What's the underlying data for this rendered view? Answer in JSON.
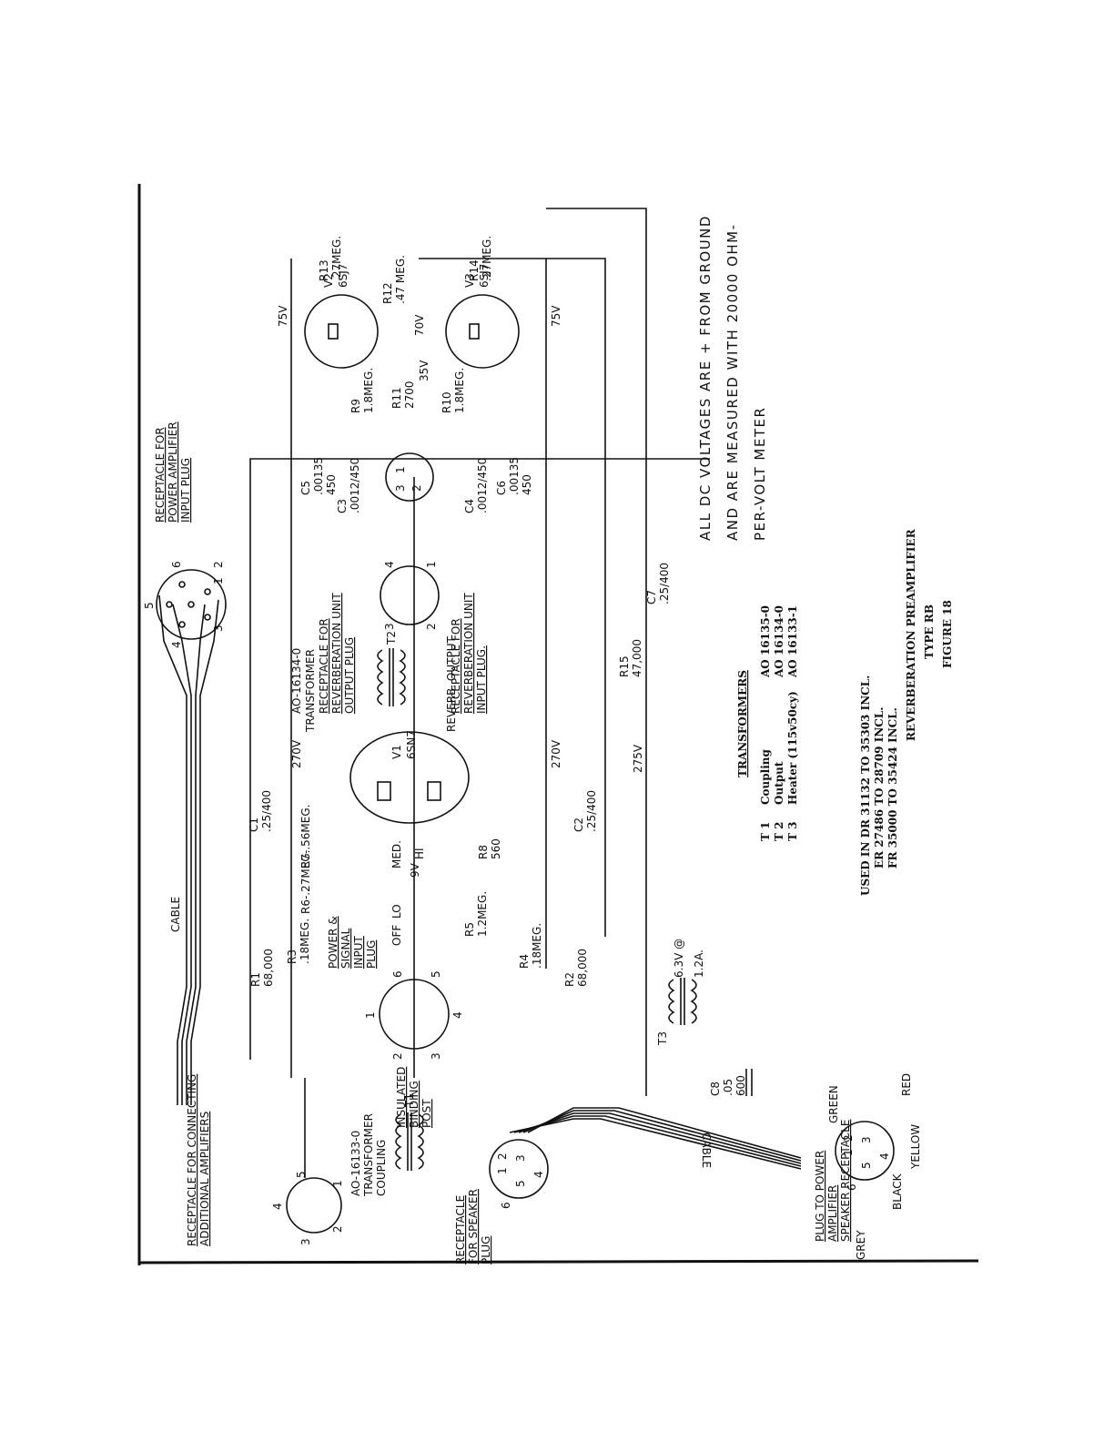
{
  "notes": {
    "line1": "ALL DC VOLTAGES ARE + FROM GROUND",
    "line2": "AND ARE MEASURED WITH 20000 OHM-",
    "line3": "PER-VOLT METER"
  },
  "title": {
    "main": "REVERBERATION PREAMPLIFIER",
    "type": "TYPE RB",
    "figure": "FIGURE 18"
  },
  "transformers": {
    "heading": "TRANSFORMERS",
    "rows": [
      {
        "tag": "T 1",
        "name": "Coupling",
        "part": "AO 16135-0"
      },
      {
        "tag": "T 2",
        "name": "Output",
        "part": "AO 16134-0"
      },
      {
        "tag": "T 3",
        "name": "Heater (115v50cy)",
        "part": "AO 16133-1"
      }
    ]
  },
  "usage": {
    "line1": "USED IN DR 31132 TO 35303 INCL.",
    "line2": "ER 27486 TO 28709 INCL.",
    "line3": "FR 35000 TO 35424 INCL."
  },
  "receptacles": {
    "power_amp_input": [
      "RECEPTACLE FOR",
      "POWER AMPLIFIER",
      "INPUT PLUG"
    ],
    "reverb_output": [
      "RECEPTACLE FOR",
      "REVERBERATION UNIT",
      "OUTPUT PLUG"
    ],
    "reverb_input": [
      "RECEPTACLE FOR",
      "REVERBERATION UNIT",
      "INPUT PLUG."
    ],
    "additional_amps": [
      "RECEPTACLE FOR CONNECTING",
      "ADDITIONAL AMPLIFIERS"
    ],
    "speaker_plug": [
      "RECEPTACLE",
      "FOR SPEAKER",
      "PLUG"
    ],
    "plug_power_amp": [
      "PLUG TO POWER",
      "AMPLIFIER",
      "SPEAKER RECEPTACLE"
    ],
    "power_signal": [
      "POWER &",
      "SIGNAL",
      "INPUT",
      "PLUG"
    ],
    "binding_post": [
      "INSULATED",
      "BINDING",
      "POST"
    ]
  },
  "labels": {
    "cable_top": "CABLE",
    "cable_bottom": "CABLE",
    "reverb_output_transformer": "REVERB. OUTPUT",
    "transformer_word": "TRANSFORMER",
    "t2_part": "AO-16134-0",
    "t2": "T2",
    "t1_part": "AO-16133-0",
    "coupling": "COUPLING",
    "t1": "T1",
    "t3": "T3",
    "heater_out": "6.3V @",
    "heater_amp": "1.2A.",
    "off": "OFF",
    "lo": "LO",
    "med": "MED.",
    "hi": "HI",
    "wire_green": "GREEN",
    "wire_red": "RED",
    "wire_grey": "GREY",
    "wire_black": "BLACK",
    "wire_yellow": "YELLOW"
  },
  "tubes": {
    "v1": {
      "name": "V1",
      "type": "6SN7"
    },
    "v2": {
      "name": "V2",
      "type": "6SJ7"
    },
    "v3": {
      "name": "V3",
      "type": "6SJ7"
    }
  },
  "voltages": {
    "v75a": "75V",
    "v75b": "75V",
    "v70": "70V",
    "v35": "35V",
    "v270a": "270V",
    "v270b": "270V",
    "v275": "275V",
    "v9": "9V"
  },
  "components": {
    "r1": [
      "R1",
      "68,000"
    ],
    "r2": [
      "R2",
      "68,000"
    ],
    "r3": [
      "R3",
      ".18MEG."
    ],
    "r4": [
      "R4",
      ".18MEG."
    ],
    "r5": [
      "R5",
      "1.2MEG."
    ],
    "r6": "R6-.27MEG.",
    "r7": "R7-.56MEG.",
    "r8": [
      "R8",
      "560"
    ],
    "r9": [
      "R9",
      "1.8MEG."
    ],
    "r10": [
      "R10",
      "1.8MEG."
    ],
    "r11": [
      "R11",
      "2700"
    ],
    "r12": [
      "R12",
      ".47 MEG."
    ],
    "r13": [
      "R13",
      ".27MEG."
    ],
    "r14": [
      "R14",
      ".27MEG."
    ],
    "r15": [
      "R15",
      "47,000"
    ],
    "c1": [
      "C1",
      ".25/400"
    ],
    "c2": [
      "C2",
      ".25/400"
    ],
    "c3": [
      "C3",
      ".0012/450"
    ],
    "c4": [
      "C4",
      ".0012/450"
    ],
    "c5": [
      "C5",
      ".00135",
      "450"
    ],
    "c6": [
      "C6",
      ".00135",
      "450"
    ],
    "c7": [
      "C7",
      ".25/400"
    ],
    "c8": [
      "C8",
      ".05",
      "600"
    ]
  }
}
